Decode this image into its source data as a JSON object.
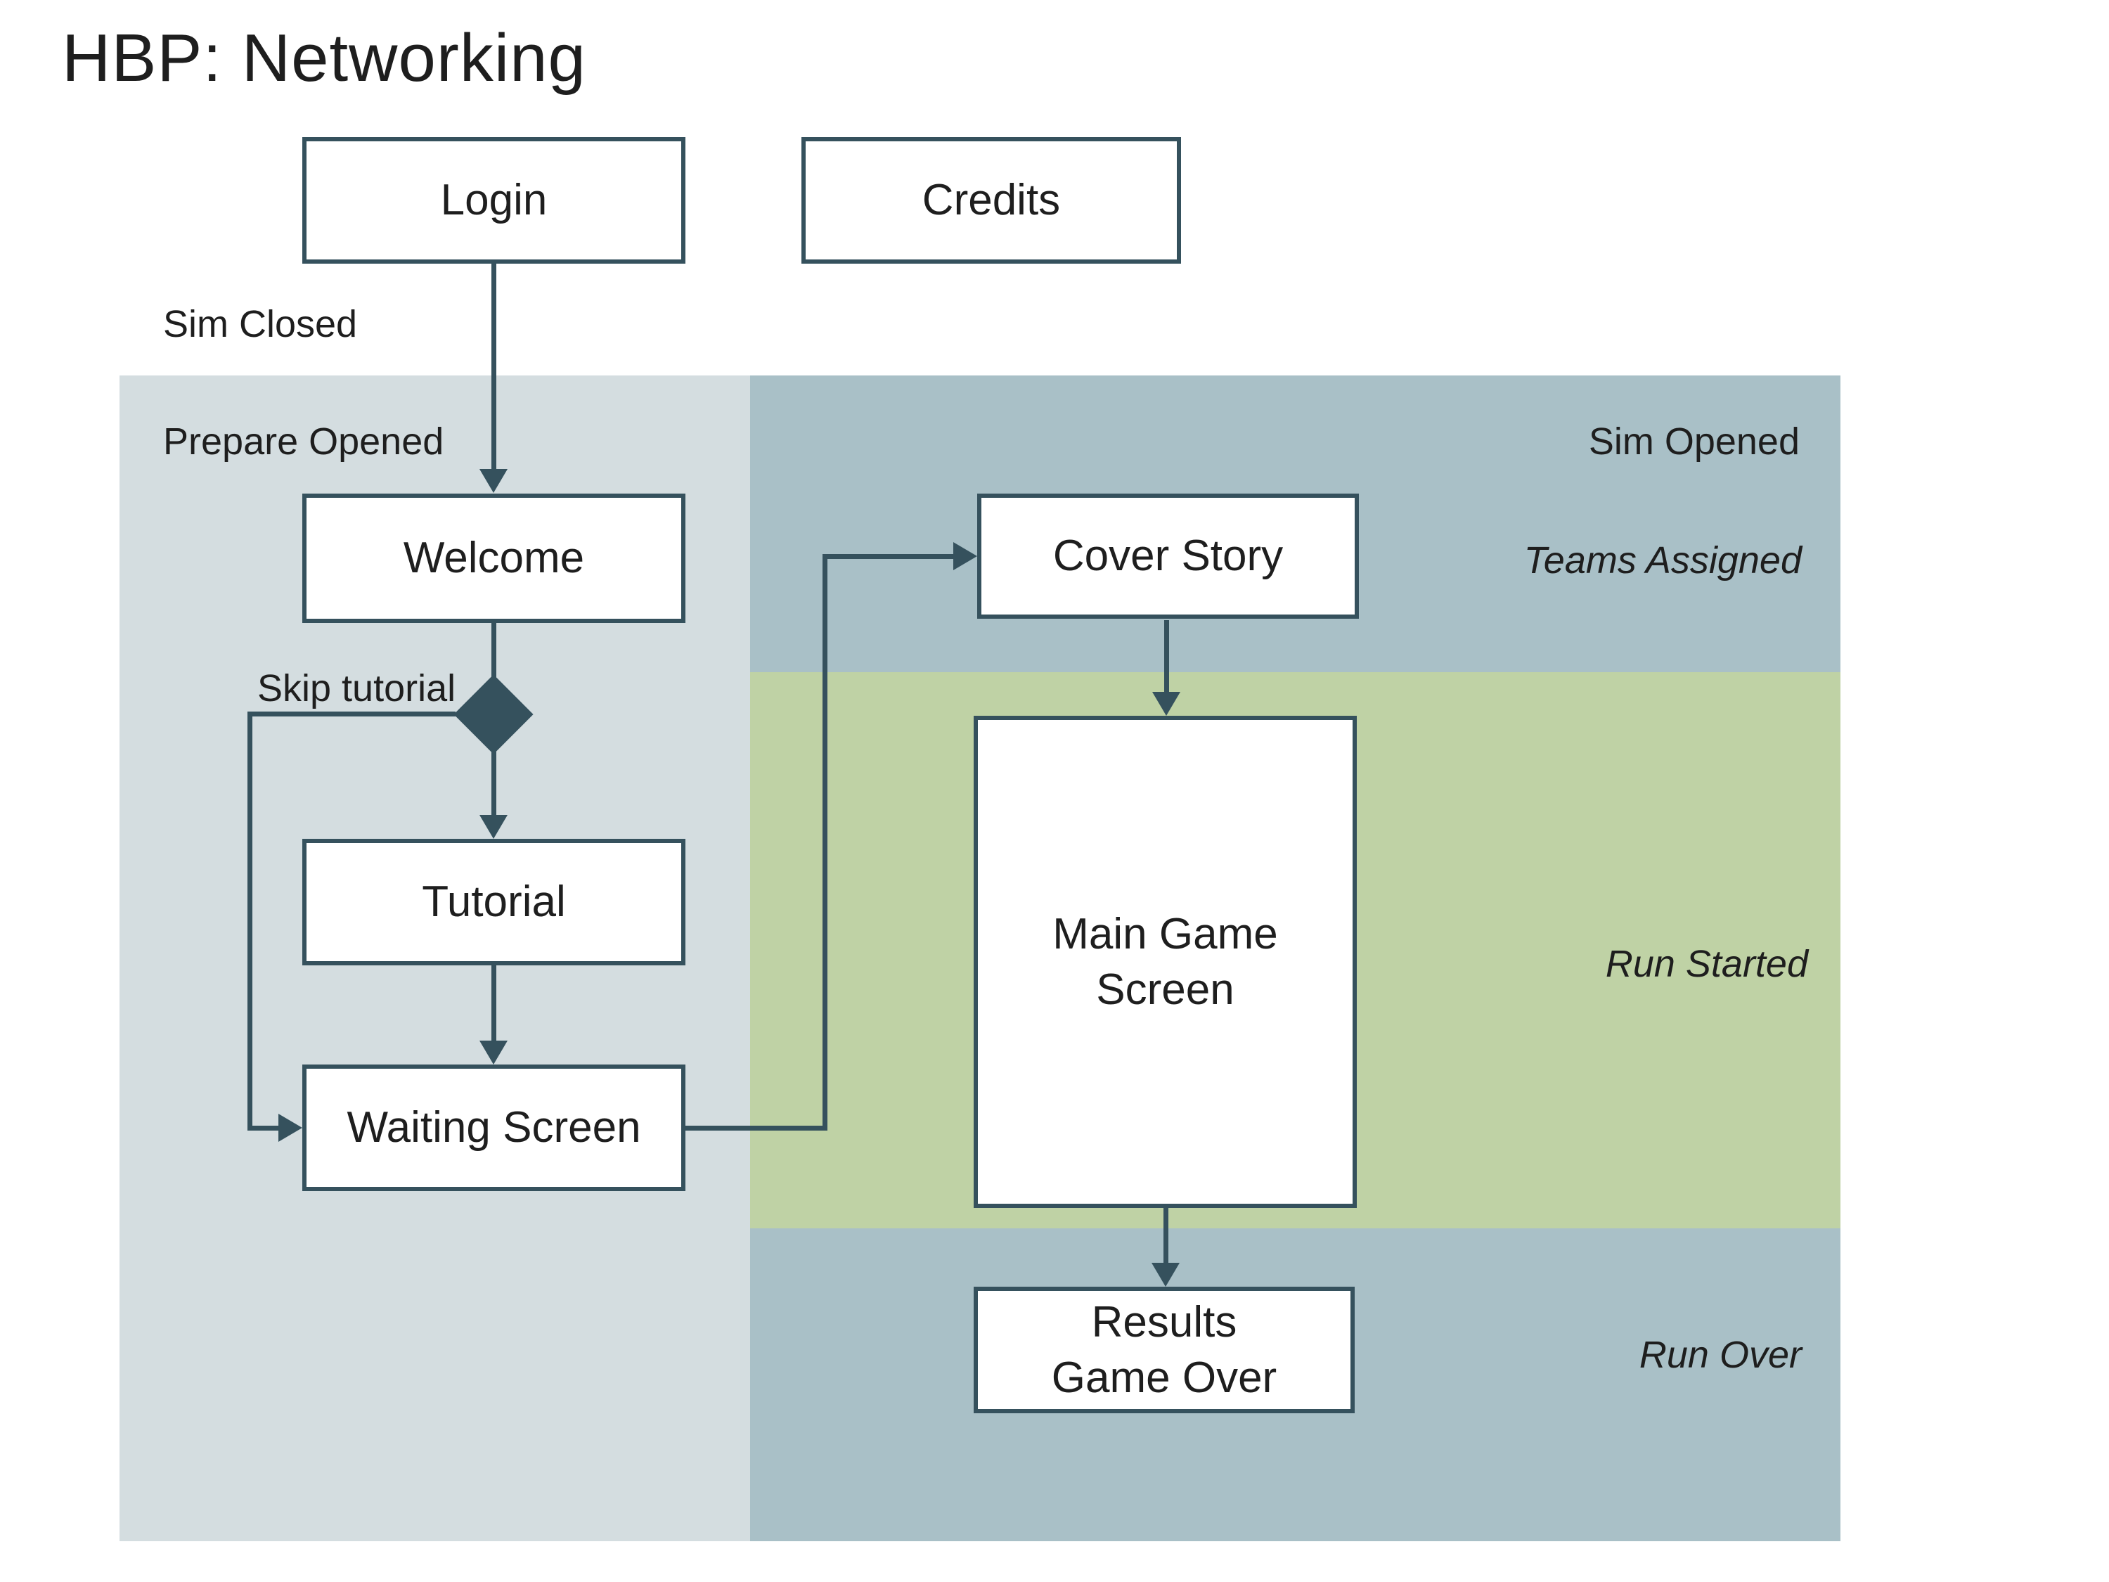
{
  "title": "HBP: Networking",
  "colors": {
    "accent": "#35515d",
    "region_light": "#d4dde0",
    "region_blue": "#a9c0c7",
    "region_green": "#bfd2a5",
    "box_bg": "#ffffff",
    "text": "#1e1e1e"
  },
  "swimlanes": {
    "sim_closed": "Sim Closed",
    "prepare_opened": "Prepare Opened",
    "sim_opened": "Sim Opened",
    "teams_assigned": "Teams Assigned",
    "run_started": "Run Started",
    "run_over": "Run Over"
  },
  "decision": {
    "skip_tutorial": "Skip tutorial"
  },
  "nodes": {
    "login": "Login",
    "credits": "Credits",
    "welcome": "Welcome",
    "tutorial": "Tutorial",
    "waiting_screen": "Waiting Screen",
    "cover_story": "Cover Story",
    "main_game_screen": [
      "Main Game",
      "Screen"
    ],
    "results": [
      "Results",
      "Game Over"
    ]
  },
  "edges": [
    {
      "from": "login",
      "to": "welcome"
    },
    {
      "from": "welcome",
      "to": "skip-decision"
    },
    {
      "from": "skip-decision",
      "to": "tutorial"
    },
    {
      "from": "skip-decision",
      "to": "waiting_screen",
      "label": "Skip tutorial"
    },
    {
      "from": "tutorial",
      "to": "waiting_screen"
    },
    {
      "from": "waiting_screen",
      "to": "cover_story"
    },
    {
      "from": "cover_story",
      "to": "main_game_screen"
    },
    {
      "from": "main_game_screen",
      "to": "results"
    }
  ]
}
